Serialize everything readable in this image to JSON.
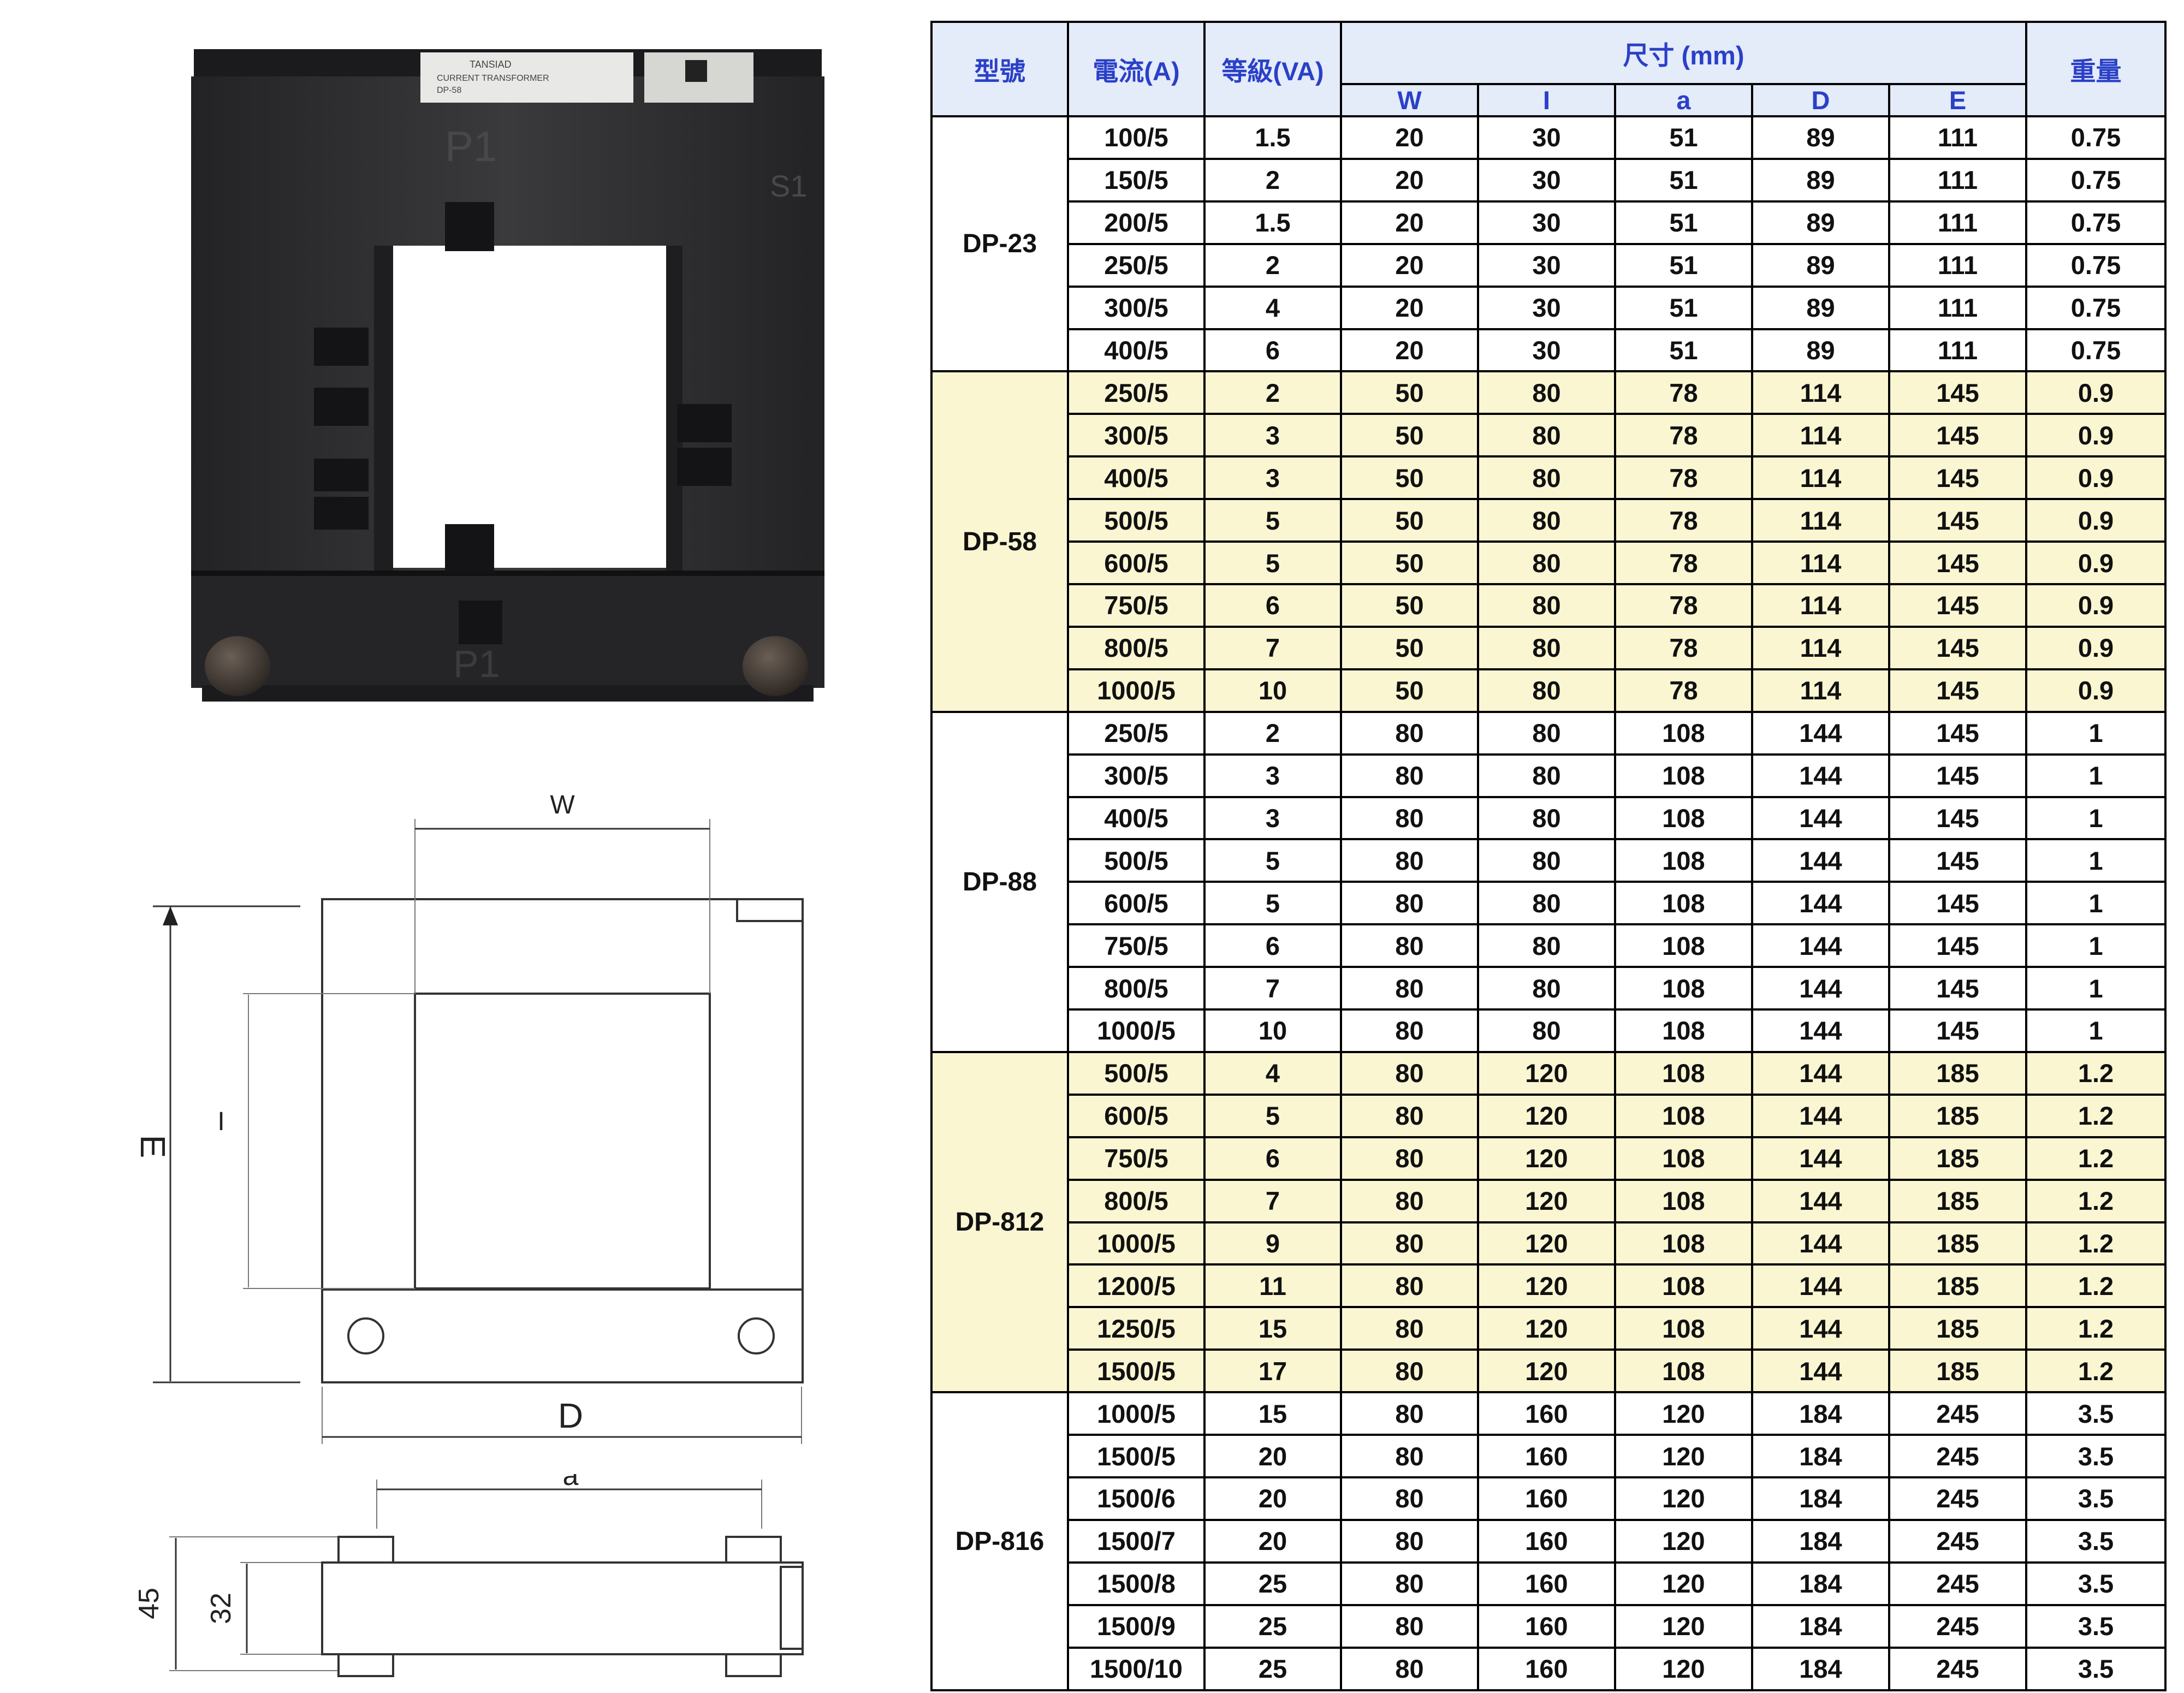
{
  "photo": {
    "label_lines": [
      "TANSIAD",
      "CURRENT TRANSFORMER",
      "DP-58"
    ],
    "marking_top": "P1",
    "marking_side": "S1",
    "marking_bottom": "P1",
    "body_color": "#2b2b2d"
  },
  "drawing": {
    "label_w": "W",
    "label_e": "E",
    "label_i": "I",
    "label_d": "D",
    "label_a": "a",
    "label_45": "45",
    "label_32": "32"
  },
  "spec_table": {
    "headers": {
      "model": "型號",
      "current": "電流(A)",
      "grade": "等級(VA)",
      "size": "尺寸 (mm)",
      "weight": "重量",
      "dims": [
        "W",
        "I",
        "a",
        "D",
        "E"
      ]
    },
    "groups": [
      {
        "model": "DP-23",
        "rows": [
          [
            "100/5",
            "1.5",
            "20",
            "30",
            "51",
            "89",
            "111",
            "0.75"
          ],
          [
            "150/5",
            "2",
            "20",
            "30",
            "51",
            "89",
            "111",
            "0.75"
          ],
          [
            "200/5",
            "1.5",
            "20",
            "30",
            "51",
            "89",
            "111",
            "0.75"
          ],
          [
            "250/5",
            "2",
            "20",
            "30",
            "51",
            "89",
            "111",
            "0.75"
          ],
          [
            "300/5",
            "4",
            "20",
            "30",
            "51",
            "89",
            "111",
            "0.75"
          ],
          [
            "400/5",
            "6",
            "20",
            "30",
            "51",
            "89",
            "111",
            "0.75"
          ]
        ]
      },
      {
        "model": "DP-58",
        "rows": [
          [
            "250/5",
            "2",
            "50",
            "80",
            "78",
            "114",
            "145",
            "0.9"
          ],
          [
            "300/5",
            "3",
            "50",
            "80",
            "78",
            "114",
            "145",
            "0.9"
          ],
          [
            "400/5",
            "3",
            "50",
            "80",
            "78",
            "114",
            "145",
            "0.9"
          ],
          [
            "500/5",
            "5",
            "50",
            "80",
            "78",
            "114",
            "145",
            "0.9"
          ],
          [
            "600/5",
            "5",
            "50",
            "80",
            "78",
            "114",
            "145",
            "0.9"
          ],
          [
            "750/5",
            "6",
            "50",
            "80",
            "78",
            "114",
            "145",
            "0.9"
          ],
          [
            "800/5",
            "7",
            "50",
            "80",
            "78",
            "114",
            "145",
            "0.9"
          ],
          [
            "1000/5",
            "10",
            "50",
            "80",
            "78",
            "114",
            "145",
            "0.9"
          ]
        ]
      },
      {
        "model": "DP-88",
        "rows": [
          [
            "250/5",
            "2",
            "80",
            "80",
            "108",
            "144",
            "145",
            "1"
          ],
          [
            "300/5",
            "3",
            "80",
            "80",
            "108",
            "144",
            "145",
            "1"
          ],
          [
            "400/5",
            "3",
            "80",
            "80",
            "108",
            "144",
            "145",
            "1"
          ],
          [
            "500/5",
            "5",
            "80",
            "80",
            "108",
            "144",
            "145",
            "1"
          ],
          [
            "600/5",
            "5",
            "80",
            "80",
            "108",
            "144",
            "145",
            "1"
          ],
          [
            "750/5",
            "6",
            "80",
            "80",
            "108",
            "144",
            "145",
            "1"
          ],
          [
            "800/5",
            "7",
            "80",
            "80",
            "108",
            "144",
            "145",
            "1"
          ],
          [
            "1000/5",
            "10",
            "80",
            "80",
            "108",
            "144",
            "145",
            "1"
          ]
        ]
      },
      {
        "model": "DP-812",
        "rows": [
          [
            "500/5",
            "4",
            "80",
            "120",
            "108",
            "144",
            "185",
            "1.2"
          ],
          [
            "600/5",
            "5",
            "80",
            "120",
            "108",
            "144",
            "185",
            "1.2"
          ],
          [
            "750/5",
            "6",
            "80",
            "120",
            "108",
            "144",
            "185",
            "1.2"
          ],
          [
            "800/5",
            "7",
            "80",
            "120",
            "108",
            "144",
            "185",
            "1.2"
          ],
          [
            "1000/5",
            "9",
            "80",
            "120",
            "108",
            "144",
            "185",
            "1.2"
          ],
          [
            "1200/5",
            "11",
            "80",
            "120",
            "108",
            "144",
            "185",
            "1.2"
          ],
          [
            "1250/5",
            "15",
            "80",
            "120",
            "108",
            "144",
            "185",
            "1.2"
          ],
          [
            "1500/5",
            "17",
            "80",
            "120",
            "108",
            "144",
            "185",
            "1.2"
          ]
        ]
      },
      {
        "model": "DP-816",
        "rows": [
          [
            "1000/5",
            "15",
            "80",
            "160",
            "120",
            "184",
            "245",
            "3.5"
          ],
          [
            "1500/5",
            "20",
            "80",
            "160",
            "120",
            "184",
            "245",
            "3.5"
          ],
          [
            "1500/6",
            "20",
            "80",
            "160",
            "120",
            "184",
            "245",
            "3.5"
          ],
          [
            "1500/7",
            "20",
            "80",
            "160",
            "120",
            "184",
            "245",
            "3.5"
          ],
          [
            "1500/8",
            "25",
            "80",
            "160",
            "120",
            "184",
            "245",
            "3.5"
          ],
          [
            "1500/9",
            "25",
            "80",
            "160",
            "120",
            "184",
            "245",
            "3.5"
          ],
          [
            "1500/10",
            "25",
            "80",
            "160",
            "120",
            "184",
            "245",
            "3.5"
          ]
        ]
      }
    ],
    "colors": {
      "header_bg": "#e4ebf9",
      "header_text": "#2a40c8",
      "band_bg": "#fbf6d2"
    }
  }
}
